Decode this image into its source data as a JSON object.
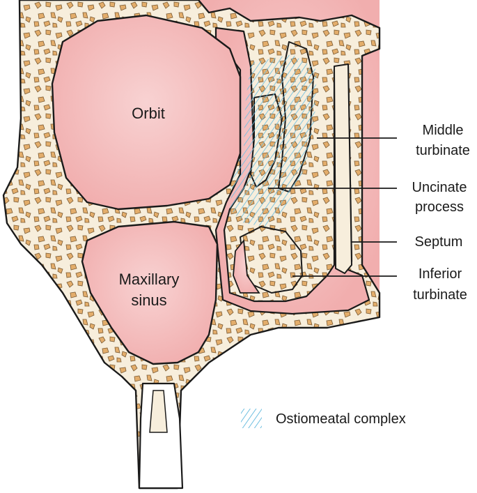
{
  "diagram": {
    "labels": {
      "orbit": "Orbit",
      "maxillary_line1": "Maxillary",
      "maxillary_line2": "sinus",
      "middle_line1": "Middle",
      "middle_line2": "turbinate",
      "uncinate_line1": "Uncinate",
      "uncinate_line2": "process",
      "septum": "Septum",
      "inferior_line1": "Inferior",
      "inferior_line2": "turbinate"
    },
    "legend": {
      "label": "Ostiomeatal complex"
    },
    "colors": {
      "cavity_pink": "#f4b7b7",
      "bone_fill": "#f7eedc",
      "bone_granule": "#e3ad6b",
      "outline": "#1a1a1a",
      "hatch_blue": "#7fc4e2"
    }
  }
}
